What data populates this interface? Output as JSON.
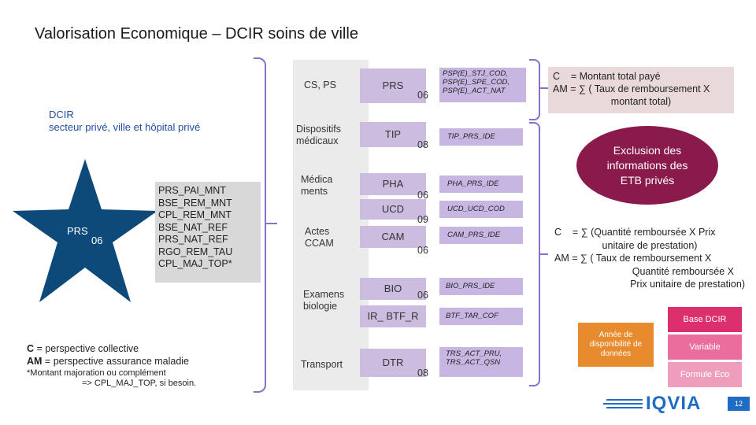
{
  "title": "Valorisation Economique – DCIR soins de ville",
  "dcir_label": {
    "line1": "DCIR",
    "line2": "secteur privé, ville et hôpital privé"
  },
  "star": {
    "label": "PRS",
    "number": "06",
    "color": "#0d4a7a"
  },
  "variables": [
    "PRS_PAI_MNT",
    "BSE_REM_MNT",
    "CPL_REM_MNT",
    "BSE_NAT_REF",
    "PRS_NAT_REF",
    "RGO_REM_TAU",
    "CPL_MAJ_TOP*"
  ],
  "legend": {
    "c_key": "C",
    "c_text": " = perspective collective",
    "am_key": "AM",
    "am_text": " = perspective assurance maladie",
    "note1": "*Montant majoration ou complément",
    "note2": "=> CPL_MAJ_TOP, si besoin."
  },
  "categories": [
    {
      "label": "CS, PS"
    },
    {
      "label": "Dispositifs médicaux"
    },
    {
      "label": "Médica ments"
    },
    {
      "label": "Actes CCAM"
    },
    {
      "label": "Examens biologie"
    },
    {
      "label": "Transport"
    }
  ],
  "tables": [
    {
      "name": "PRS",
      "num": "06",
      "vars": "PSP(E)_STJ_COD, PSP(E)_SPE_COD, PSP(E)_ACT_NAT"
    },
    {
      "name": "TIP",
      "num": "08",
      "vars": "TIP_PRS_IDE"
    },
    {
      "name": "PHA",
      "num": "06",
      "vars": "PHA_PRS_IDE"
    },
    {
      "name": "UCD",
      "num": "09",
      "vars": "UCD_UCD_COD"
    },
    {
      "name": "CAM",
      "num": "06",
      "vars": "CAM_PRS_IDE"
    },
    {
      "name": "BIO",
      "num": "06",
      "vars": "BIO_PRS_IDE"
    },
    {
      "name": "IR_ BTF_R",
      "num": "",
      "vars": "BTF_TAR_COF"
    },
    {
      "name": "DTR",
      "num": "08",
      "vars": "TRS_ACT_PRU, TRS_ACT_QSN"
    }
  ],
  "formula_top": {
    "line1": "C    = Montant total payé",
    "line2": "AM = ∑ ( Taux de remboursement X",
    "line3": "montant total)"
  },
  "exclusion": "Exclusion des informations des ETB privés",
  "formula_bottom": {
    "line1": "C    = ∑ (Quantité remboursée X Prix",
    "line2": "unitaire de prestation)",
    "line3": "AM = ∑ ( Taux de remboursement X",
    "line4": "Quantité remboursée X",
    "line5": "Prix unitaire de prestation)"
  },
  "legend_boxes": {
    "annee": "Année de disponibilité de données",
    "base": "Base DCIR",
    "variable": "Variable",
    "formule": "Formule Eco"
  },
  "logo_text": "IQVIA",
  "page_number": "12",
  "colors": {
    "accent_purple": "#8b6fc6",
    "lavender": "#ccbde0",
    "maroon": "#8a1a4c",
    "pink": "#dc2f6e",
    "orange": "#e88b2e",
    "navy": "#0d4a7a"
  }
}
